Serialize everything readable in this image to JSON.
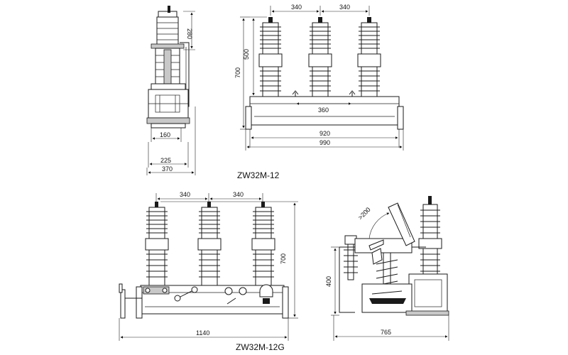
{
  "captions": {
    "top": "ZW32M-12",
    "bottom": "ZW32M-12G"
  },
  "side_view": {
    "dims": {
      "top_height": "280",
      "bracket": "160",
      "mid": "225",
      "total": "370"
    }
  },
  "front_view": {
    "dims": {
      "spacing_left": "340",
      "spacing_right": "340",
      "insulator_height": "500",
      "total_height": "700",
      "mount_span": "360",
      "inner_width": "920",
      "outer_width": "990"
    }
  },
  "g_front_view": {
    "dims": {
      "spacing_left": "340",
      "spacing_right": "340",
      "height": "700",
      "width": "1140"
    }
  },
  "g_side_view": {
    "dims": {
      "handle_clearance": ">200",
      "height": "400",
      "width": "765"
    }
  }
}
